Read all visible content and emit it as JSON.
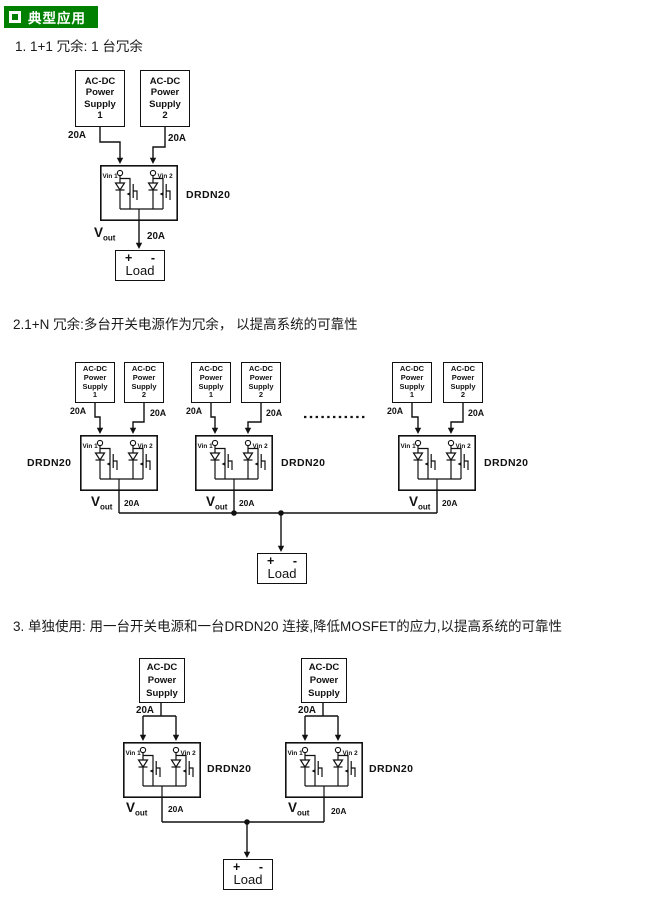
{
  "header": {
    "badge": "典型应用"
  },
  "sections": {
    "s1": {
      "title": "1. 1+1 冗余: 1 台冗余"
    },
    "s2": {
      "title": "2.1+N 冗余:多台开关电源作为冗余， 以提高系统的可靠性"
    },
    "s3": {
      "title": "3. 单独使用: 用一台开关电源和一台DRDN20 连接,降低MOSFET的应力,以提高系统的可靠性"
    }
  },
  "labels": {
    "psu1": "AC-DC",
    "psu2": "Power",
    "psu3": "Supply",
    "n1": "1",
    "n2": "2",
    "amp": "20A",
    "module": "DRDN20",
    "vin1": "Vin 1",
    "vin2": "Vin 2",
    "v": "V",
    "out": "out",
    "plus": "+",
    "minus": "-",
    "load": "Load"
  },
  "colors": {
    "header_green": "#008000",
    "ink": "#111111"
  }
}
